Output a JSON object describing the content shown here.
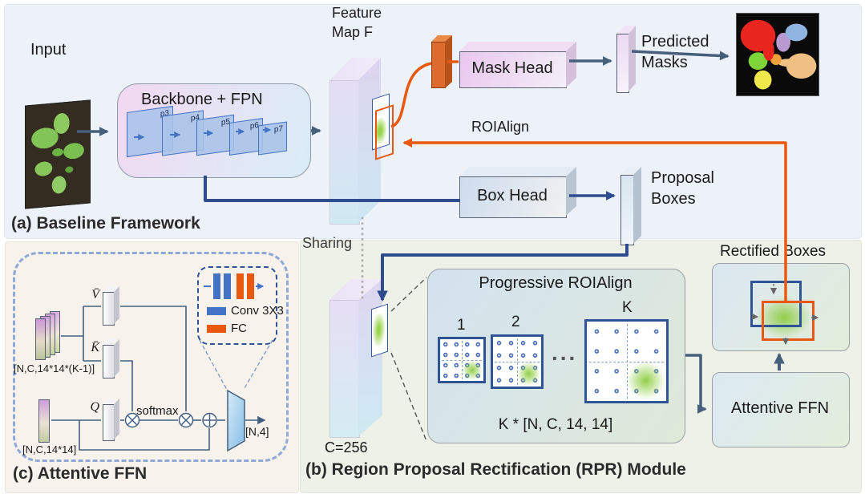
{
  "a": {
    "label": "(a) Baseline Framework",
    "input": "Input",
    "backbone_title": "Backbone + FPN",
    "levels": [
      "p3",
      "p4",
      "p5",
      "p6",
      "p7"
    ],
    "feature_map": [
      "Feature",
      "Map F"
    ],
    "roialign": "ROIAlign",
    "mask_head": "Mask Head",
    "predicted": [
      "Predicted",
      "Masks"
    ],
    "box_head": "Box Head",
    "proposal": [
      "Proposal",
      "Boxes"
    ],
    "sharing": "Sharing"
  },
  "b": {
    "label": "(b) Region Proposal Rectification (RPR) Module",
    "c256": "C=256",
    "progressive_title": "Progressive ROIAlign",
    "grid_labels": [
      "1",
      "2",
      "K"
    ],
    "ellipsis": "...",
    "tensor_shape": "K * [N, C, 14, 14]",
    "rectified_boxes": "Rectified Boxes",
    "attentive_ffn": "Attentive FFN"
  },
  "c": {
    "label": "(c) Attentive FFN",
    "stack_shape": "[N,C,14*14*(K-1)]",
    "single_shape": "[N,C,14*14]",
    "value_label": "V̄",
    "key_label": "K̄",
    "query_label": "Q",
    "softmax": "softmax",
    "output_shape": "[N,4]",
    "legend_conv": "Conv 3X3",
    "legend_fc": "FC"
  },
  "colors": {
    "accent_orange": "#e8590f",
    "accent_navy": "#2e4c8e",
    "arrow_slate": "#46607c",
    "fpn_blue": "#4472c4"
  }
}
